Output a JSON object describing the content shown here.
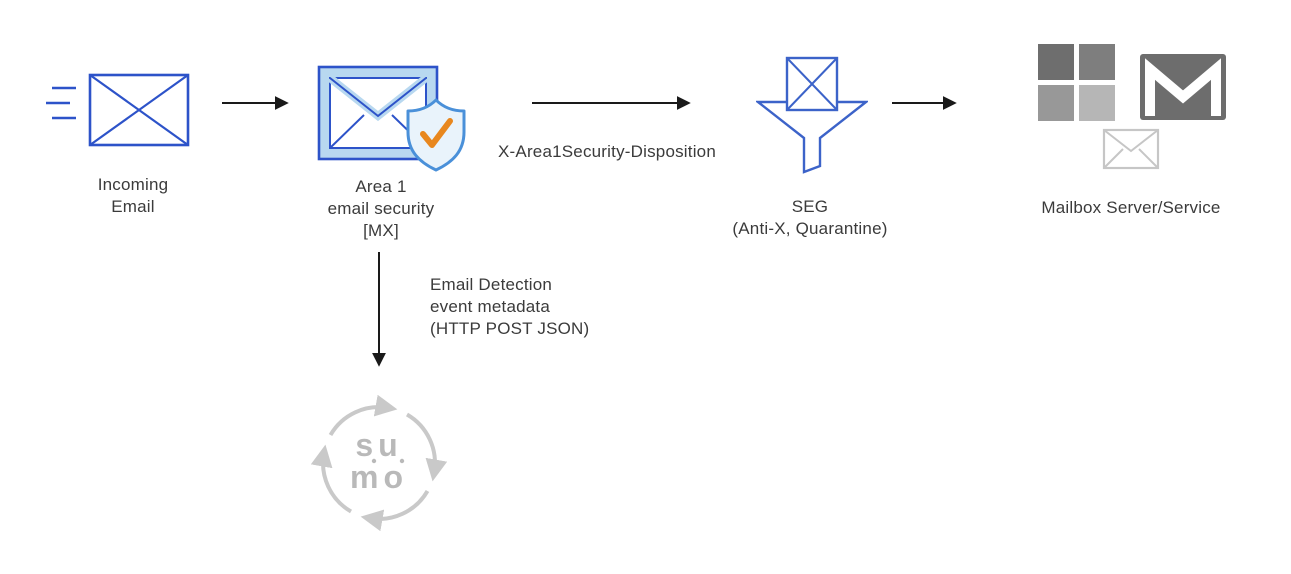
{
  "nodes": {
    "incoming_email": {
      "label": [
        "Incoming",
        "Email"
      ],
      "icon": "incoming-email-envelope-icon"
    },
    "area1": {
      "label": [
        "Area 1",
        "email security",
        "[MX]"
      ],
      "icon": "area1-envelope-shield-check-icon"
    },
    "seg": {
      "label": [
        "SEG",
        "(Anti-X, Quarantine)"
      ],
      "icon": "seg-funnel-envelope-icon"
    },
    "mailbox": {
      "label": "Mailbox Server/Service",
      "icons": [
        "microsoft-squares-icon",
        "gmail-envelope-icon",
        "small-envelope-outline-icon"
      ]
    },
    "sumo_logic": {
      "wordmark": [
        "su",
        "mo"
      ],
      "icon": "sumo-logic-circular-arrows-icon"
    }
  },
  "edges": {
    "area1_to_seg": {
      "label": "X-Area1Security-Disposition"
    },
    "area1_to_sumo": {
      "label": [
        "Email Detection",
        "event metadata",
        "(HTTP POST JSON)"
      ]
    }
  },
  "colors": {
    "diagram_blue": "#2d53c9",
    "area1_light_blue": "#b8d8f0",
    "shield_border_blue": "#4a90d9",
    "shield_fill": "#e9f3fb",
    "check_orange": "#e8871e",
    "arrow_black": "#1a1a1a",
    "microsoft_grays": [
      "#6e6e6e",
      "#7e7e7e",
      "#989898",
      "#b6b6b6"
    ],
    "gmail_gray": "#6d6d6d",
    "light_gray": "#c9c9c9",
    "sumo_gray": "#b9b9b9",
    "text_color": "#3b3b3b",
    "background": "#ffffff"
  }
}
